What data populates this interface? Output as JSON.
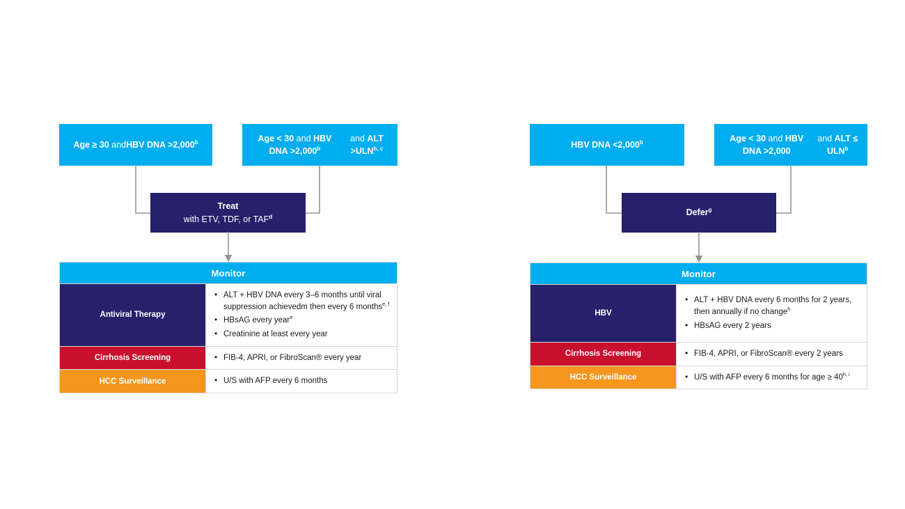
{
  "colors": {
    "cyan": "#00ADEE",
    "navy": "#26216b",
    "red": "#c8102e",
    "orange": "#f5961e",
    "connector": "#949494",
    "border": "#d9d9d9",
    "text_dark": "#1a1a1a",
    "white": "#ffffff"
  },
  "panels": [
    {
      "id": "treat-panel",
      "criteria": [
        {
          "id": "criteria-age-over-30",
          "lines": [
            {
              "segments": [
                {
                  "t": "Age ≥ 30",
                  "bold": true
                },
                {
                  "t": " and",
                  "bold": false
                }
              ]
            },
            {
              "segments": [
                {
                  "t": "HBV DNA >2,000",
                  "bold": true
                }
              ],
              "sup": "b"
            }
          ]
        },
        {
          "id": "criteria-age-under-30-alt-high",
          "lines": [
            {
              "segments": [
                {
                  "t": "Age < 30",
                  "bold": true
                },
                {
                  "t": " and ",
                  "bold": false
                },
                {
                  "t": "HBV DNA >2,000",
                  "bold": true
                }
              ],
              "sup": "b"
            },
            {
              "segments": [
                {
                  "t": "and ",
                  "bold": false
                },
                {
                  "t": "ALT >ULN",
                  "bold": true
                }
              ],
              "sup": "b, c"
            }
          ]
        }
      ],
      "action": {
        "id": "action-treat",
        "title": "Treat",
        "title_sup": "",
        "subtitle": "with ETV, TDF, or TAF",
        "subtitle_sup": "d"
      },
      "monitor": {
        "id": "monitor-treat",
        "header": "Monitor",
        "rows": [
          {
            "label": "Antiviral Therapy",
            "label_color": "navy",
            "items": [
              {
                "text": "ALT + HBV DNA every 3–6 months until viral suppression achievedm then every 6 months",
                "sup": "e, f"
              },
              {
                "text": "HBsAG every year",
                "sup": "e"
              },
              {
                "text": "Creatinine at least every year",
                "sup": ""
              }
            ]
          },
          {
            "label": "Cirrhosis Screening",
            "label_color": "red",
            "items": [
              {
                "text": "FIB-4, APRI, or FibroScan® every year",
                "sup": ""
              }
            ]
          },
          {
            "label": "HCC Surveillance",
            "label_color": "orange",
            "items": [
              {
                "text": "U/S with AFP every 6 months",
                "sup": ""
              }
            ]
          }
        ]
      }
    },
    {
      "id": "defer-panel",
      "criteria": [
        {
          "id": "criteria-hbv-dna-under-2000",
          "lines": [
            {
              "segments": [
                {
                  "t": "HBV DNA <2,000",
                  "bold": true
                }
              ],
              "sup": "b"
            }
          ]
        },
        {
          "id": "criteria-age-under-30-alt-normal",
          "lines": [
            {
              "segments": [
                {
                  "t": "Age < 30",
                  "bold": true
                },
                {
                  "t": " and ",
                  "bold": false
                },
                {
                  "t": "HBV DNA >2,000",
                  "bold": true
                }
              ],
              "sup": ""
            },
            {
              "segments": [
                {
                  "t": "and ",
                  "bold": false
                },
                {
                  "t": "ALT ≤ ULN",
                  "bold": true
                }
              ],
              "sup": "b"
            }
          ]
        }
      ],
      "action": {
        "id": "action-defer",
        "title": "Defer",
        "title_sup": "g",
        "subtitle": "",
        "subtitle_sup": ""
      },
      "monitor": {
        "id": "monitor-defer",
        "header": "Monitor",
        "rows": [
          {
            "label": "HBV",
            "label_color": "navy",
            "items": [
              {
                "text": "ALT + HBV DNA every 6 months for 2 years, then annually if no change",
                "sup": "h"
              },
              {
                "text": "HBsAG every 2 years",
                "sup": ""
              }
            ]
          },
          {
            "label": "Cirrhosis Screening",
            "label_color": "red",
            "items": [
              {
                "text": "FIB-4, APRI, or FibroScan® every 2 years",
                "sup": ""
              }
            ]
          },
          {
            "label": "HCC Surveillance",
            "label_color": "orange",
            "items": [
              {
                "text": "U/S with AFP every 6 months for age ≥ 40",
                "sup": "h, i"
              }
            ]
          }
        ]
      }
    }
  ]
}
